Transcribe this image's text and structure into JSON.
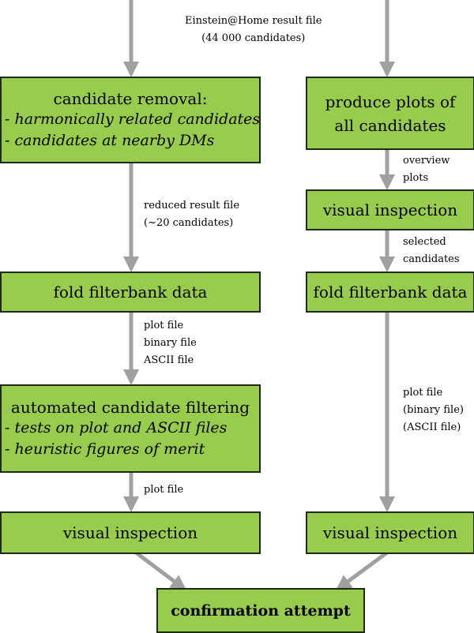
{
  "labels": {
    "top_input": "Einstein@Home result file\n(44 000 candidates)",
    "reduced": "reduced result file\n(~20 candidates)",
    "fold_outputs": "plot file\nbinary file\nASCII file",
    "filter_output": "plot file",
    "overview": "overview\nplots",
    "selected": "selected\ncandidates",
    "right_fold_outputs": "plot file\n(binary file)\n(ASCII file)"
  },
  "left": {
    "removal": {
      "title": "candidate removal:",
      "bullets": [
        "- harmonically related candidates",
        "- candidates at nearby DMs"
      ]
    },
    "fold": {
      "title": "fold filterbank data"
    },
    "filtering": {
      "title": "automated candidate filtering",
      "bullets": [
        "- tests on plot and ASCII files",
        "- heuristic figures of merit"
      ]
    },
    "inspection": {
      "title": "visual inspection"
    }
  },
  "right": {
    "plots": {
      "title": "produce plots of all candidates"
    },
    "inspection_1": {
      "title": "visual inspection"
    },
    "fold": {
      "title": "fold filterbank data"
    },
    "inspection_2": {
      "title": "visual inspection"
    }
  },
  "final": {
    "title": "confirmation attempt"
  },
  "colors": {
    "box_fill": "#97cc4c",
    "box_border": "#1e2a10",
    "arrow": "#a0a0a0"
  }
}
